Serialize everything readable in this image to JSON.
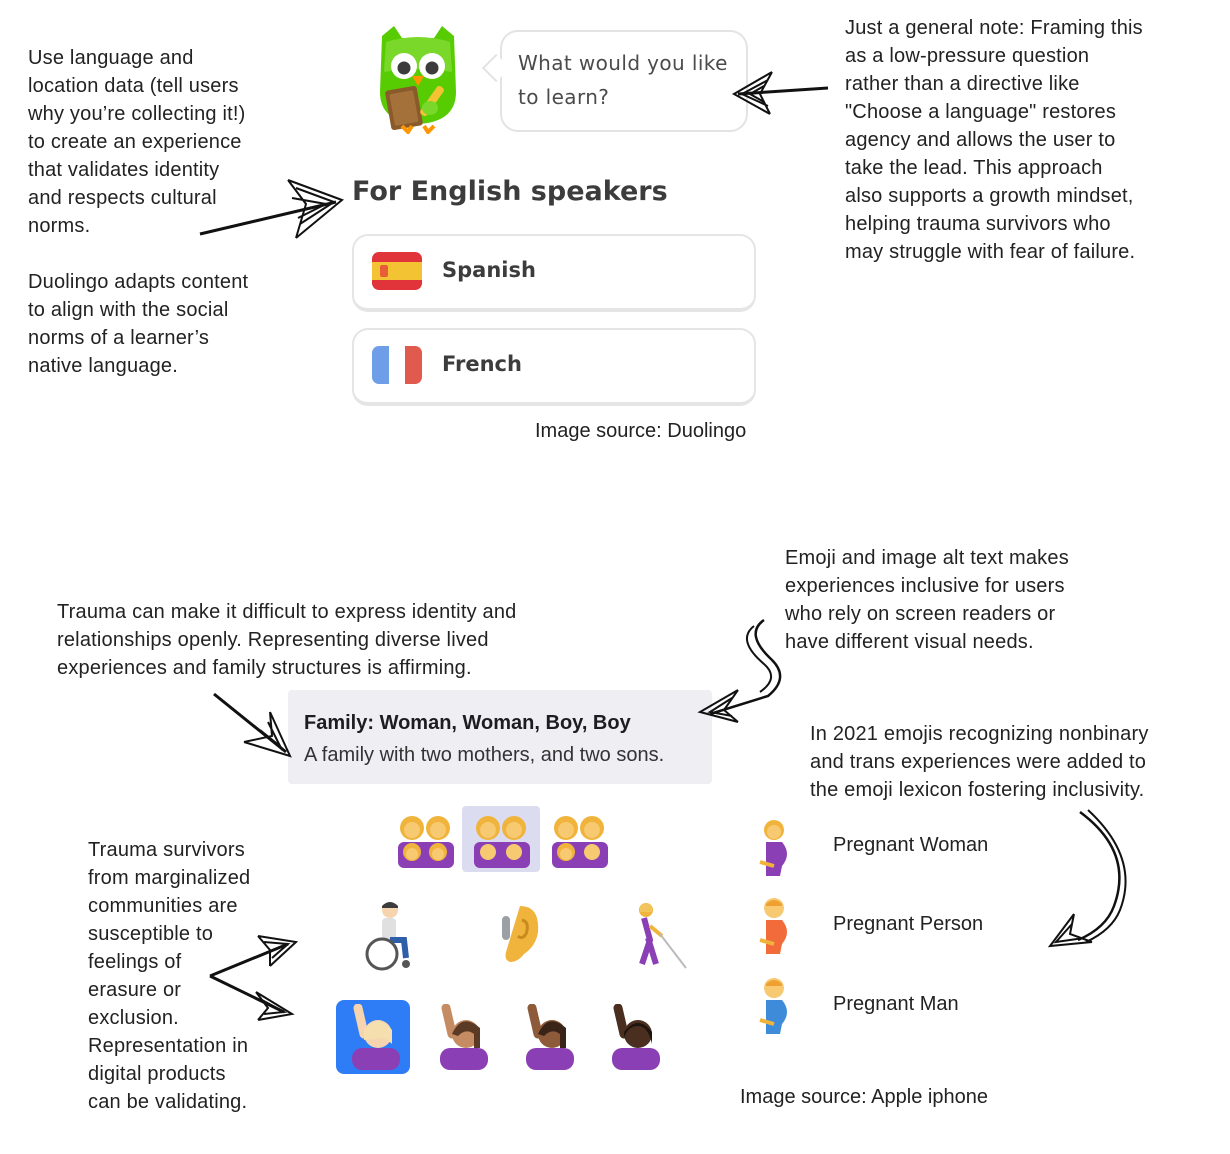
{
  "notes": {
    "language_location": "Use language and\nlocation data (tell users\nwhy you’re collecting it!)\nto create an experience\nthat validates identity\nand respects cultural\nnorms.",
    "duolingo_adapts": "Duolingo adapts content\nto align with the social\nnorms of a learner’s\nnative language.",
    "general_note": "Just a general note: Framing this\nas a low-pressure question\nrather than a directive like\n\"Choose a language\" restores\nagency and allows the user to\ntake the lead. This approach\nalso supports a growth mindset,\nhelping trauma survivors who\nmay struggle with fear of failure.",
    "trauma_identity": "Trauma can make it difficult to express identity and\nrelationships openly. Representing diverse lived\nexperiences and family structures  is affirming.",
    "alt_text": "Emoji and image alt text makes\nexperiences inclusive for users\nwho rely on screen readers or\nhave different visual needs.",
    "emoji_2021": "In 2021 emojis recognizing nonbinary\nand trans experiences were added to\nthe emoji lexicon fostering inclusivity.",
    "marginalized": "Trauma survivors\nfrom marginalized\ncommunities are\nsusceptible to\nfeelings of\nerasure or\nexclusion.\nRepresentation in\ndigital products\ncan be validating."
  },
  "duolingo": {
    "question": "What would you like to learn?",
    "heading": "For English speakers",
    "languages": [
      "Spanish",
      "French"
    ],
    "source": "Image source: Duolingo"
  },
  "emoji_panel": {
    "alt_title": "Family: Woman, Woman, Boy, Boy",
    "alt_desc": "A family with two mothers, and two sons.",
    "pregnant": [
      "Pregnant Woman",
      "Pregnant Person",
      "Pregnant Man"
    ],
    "source": "Image source: Apple iphone"
  },
  "colors": {
    "owl_green": "#58cc02",
    "spain_red": "#e1333a",
    "spain_yellow": "#f4c334",
    "france_blue": "#6e9ee8",
    "france_red": "#e05a4d",
    "alt_box_bg": "#eeeef3",
    "selected_emoji_bg": "#dcdcf0",
    "purple_shirt": "#8b3fb5",
    "blue_tile": "#2f7df6"
  }
}
